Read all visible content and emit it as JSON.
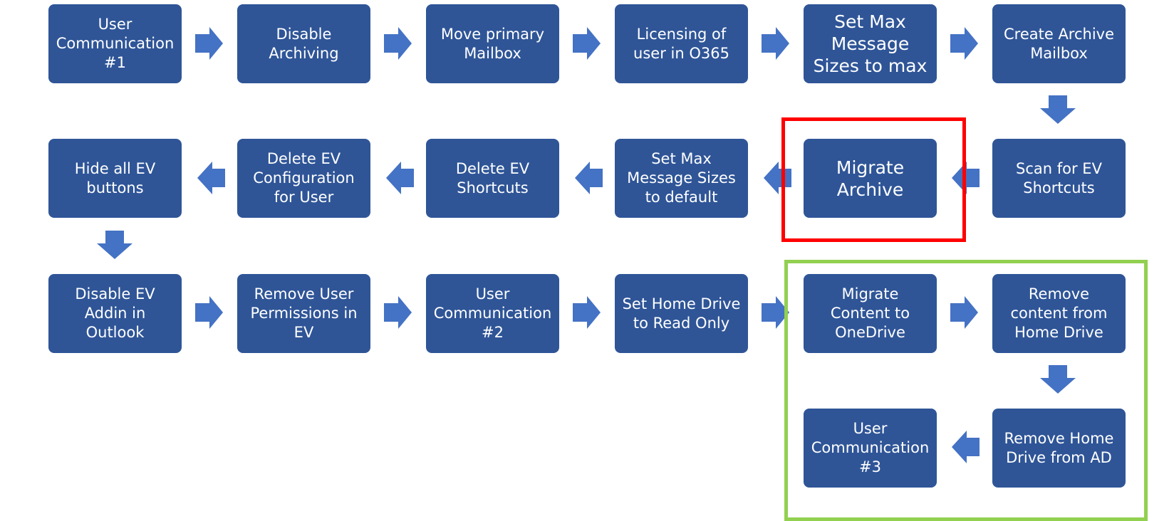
{
  "colors": {
    "box": "#2f5597",
    "arrow": "#4472c4",
    "highlight_red": "#ff0000",
    "highlight_green": "#92d050"
  },
  "steps": [
    {
      "label": "User\nCommunication\n#1"
    },
    {
      "label": "Disable\nArchiving"
    },
    {
      "label": "Move primary\nMailbox"
    },
    {
      "label": "Licensing of\nuser in O365"
    },
    {
      "label": "Set Max\nMessage\nSizes to max"
    },
    {
      "label": "Create Archive\nMailbox"
    },
    {
      "label": "Scan for EV\nShortcuts"
    },
    {
      "label": "Migrate\nArchive"
    },
    {
      "label": "Set Max\nMessage Sizes\nto default"
    },
    {
      "label": "Delete EV\nShortcuts"
    },
    {
      "label": "Delete EV\nConfiguration\nfor User"
    },
    {
      "label": "Hide all EV\nbuttons"
    },
    {
      "label": "Disable EV\nAddin in\nOutlook"
    },
    {
      "label": "Remove User\nPermissions in\nEV"
    },
    {
      "label": "User\nCommunication\n#2"
    },
    {
      "label": "Set Home Drive\nto Read Only"
    },
    {
      "label": "Migrate\nContent to\nOneDrive"
    },
    {
      "label": "Remove\ncontent from\nHome Drive"
    },
    {
      "label": "Remove Home\nDrive from AD"
    },
    {
      "label": "User\nCommunication\n#3"
    }
  ]
}
